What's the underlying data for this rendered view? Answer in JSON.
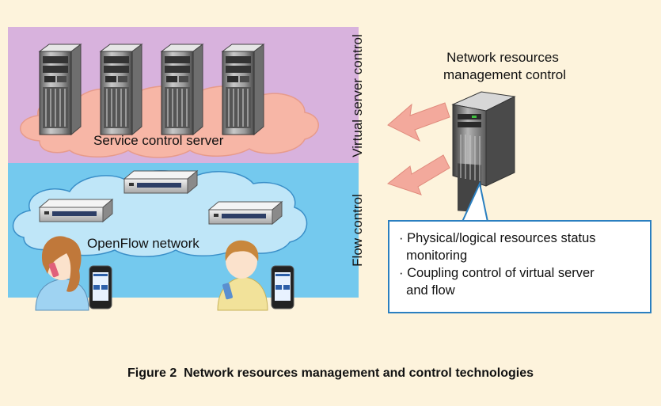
{
  "diagram": {
    "labels": {
      "network_resources_mgmt": [
        "Network resources",
        "management control"
      ],
      "virtual_server_control": "Virtual server control",
      "flow_control": "Flow control",
      "service_control_server": "Service control server",
      "openflow_network": "OpenFlow network"
    },
    "note": {
      "items": [
        [
          "· Physical/logical resources status",
          "  monitoring"
        ],
        [
          "· Coupling control of virtual server",
          "  and flow"
        ]
      ]
    },
    "caption": "Figure 2  Network resources management and control technologies",
    "colors": {
      "background": "#fdf3dc",
      "virtual_server_band": "#d8b2dd",
      "flow_control_band": "#74c9ee",
      "service_cloud": "#f7b6a6",
      "openflow_cloud": "#bfe6f8",
      "arrow": "#f3a99c",
      "note_border": "#2a7fc0"
    },
    "icons": {
      "servers": [
        "server-tower-icon",
        "server-tower-icon",
        "server-tower-icon",
        "server-tower-icon"
      ],
      "switches": [
        "network-switch-icon",
        "network-switch-icon",
        "network-switch-icon"
      ],
      "management_server": "management-server-icon",
      "users": [
        "woman-on-phone-icon",
        "man-with-phone-icon"
      ],
      "smartphones": [
        "smartphone-icon",
        "smartphone-icon"
      ]
    }
  }
}
